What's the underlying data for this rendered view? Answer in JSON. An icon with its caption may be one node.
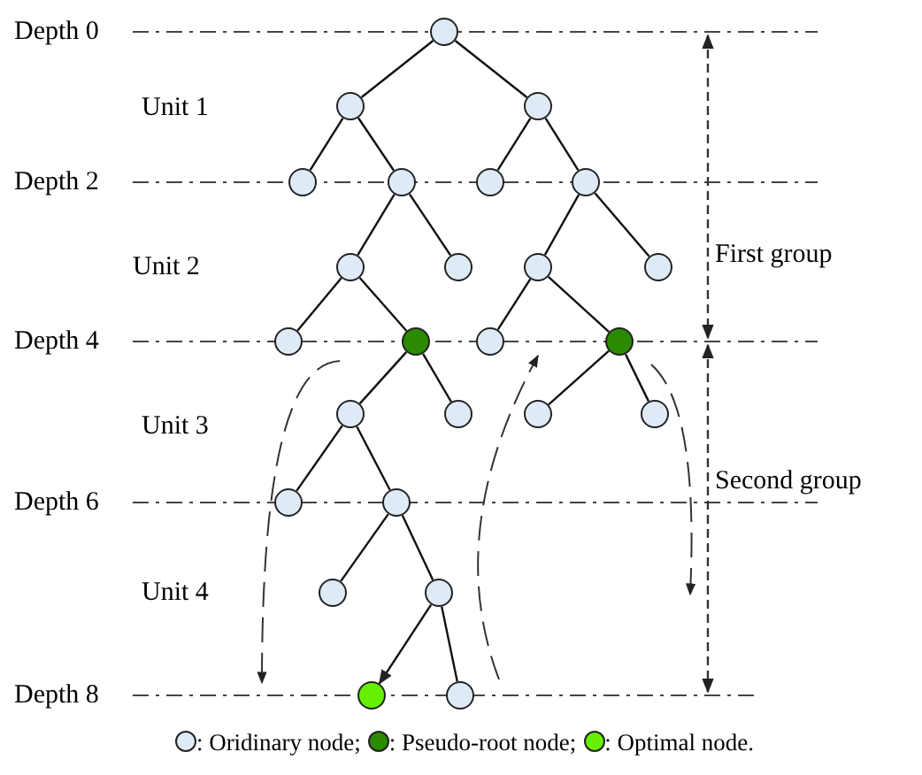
{
  "diagram": {
    "nodes": [
      {
        "text": [],
        "shape": "circle"
      },
      {
        "text": [],
        "shape": "circle"
      },
      {
        "text": [],
        "shape": "circle"
      },
      {
        "text": [],
        "shape": "circle"
      },
      {
        "text": [],
        "shape": "circle"
      },
      {
        "text": [],
        "shape": "circle"
      },
      {
        "text": [],
        "shape": "circle"
      },
      {
        "text": [],
        "shape": "circle"
      },
      {
        "text": [],
        "shape": "circle"
      },
      {
        "text": [],
        "shape": "circle"
      },
      {
        "text": [],
        "shape": "circle"
      },
      {
        "text": [],
        "shape": "circle"
      },
      {
        "text": [],
        "shape": "circle"
      },
      {
        "text": [],
        "shape": "circle"
      },
      {
        "text": [],
        "shape": "circle"
      },
      {
        "text": [],
        "shape": "circle"
      },
      {
        "text": [],
        "shape": "circle"
      },
      {
        "text": [],
        "shape": "circle"
      },
      {
        "text": [],
        "shape": "circle"
      },
      {
        "text": [],
        "shape": "circle"
      },
      {
        "text": [],
        "shape": "circle"
      },
      {
        "text": [],
        "shape": "circle"
      },
      {
        "text": [],
        "shape": "circle"
      },
      {
        "text": [],
        "shape": "circle"
      },
      {
        "text": [],
        "shape": "circle"
      }
    ],
    "edges": [
      {
        "from": 0,
        "to": 1,
        "arrow": "none"
      },
      {
        "from": 0,
        "to": 2,
        "arrow": "none"
      },
      {
        "from": 1,
        "to": 3,
        "arrow": "none"
      },
      {
        "from": 1,
        "to": 4,
        "arrow": "none"
      },
      {
        "from": 2,
        "to": 5,
        "arrow": "none"
      },
      {
        "from": 2,
        "to": 6,
        "arrow": "none"
      },
      {
        "from": 4,
        "to": 7,
        "arrow": "none"
      },
      {
        "from": 4,
        "to": 8,
        "arrow": "none"
      },
      {
        "from": 6,
        "to": 9,
        "arrow": "none"
      },
      {
        "from": 6,
        "to": 10,
        "arrow": "none"
      },
      {
        "from": 7,
        "to": 11,
        "arrow": "none"
      },
      {
        "from": 7,
        "to": 12,
        "arrow": "none"
      },
      {
        "from": 9,
        "to": 13,
        "arrow": "none"
      },
      {
        "from": 9,
        "to": 14,
        "arrow": "none"
      },
      {
        "from": 12,
        "to": 15,
        "arrow": "none"
      },
      {
        "from": 12,
        "to": 16,
        "arrow": "none"
      },
      {
        "from": 14,
        "to": 17,
        "arrow": "none"
      },
      {
        "from": 14,
        "to": 18,
        "arrow": "none"
      },
      {
        "from": 15,
        "to": 19,
        "arrow": "none"
      },
      {
        "from": 15,
        "to": 20,
        "arrow": "none"
      },
      {
        "from": 20,
        "to": 21,
        "arrow": "none"
      },
      {
        "from": 20,
        "to": 22,
        "arrow": "none"
      },
      {
        "from": 22,
        "to": 23,
        "arrow": "to"
      },
      {
        "from": 22,
        "to": 24,
        "arrow": "none"
      }
    ],
    "labels": [
      "Depth 0",
      "Unit 1",
      "Depth 2",
      "Unit 2",
      "First group",
      "Depth 4",
      "Unit 3",
      "Second group",
      "Depth 6",
      "Unit 4",
      "Depth 8"
    ],
    "legend": [
      {
        "text": ": Oridinary node;",
        "color": "#deebf7"
      },
      {
        "text": ": Pseudo-root node;",
        "color": "#2a8a00"
      },
      {
        "text": ": Optimal node.",
        "color": "#66f000"
      }
    ]
  }
}
